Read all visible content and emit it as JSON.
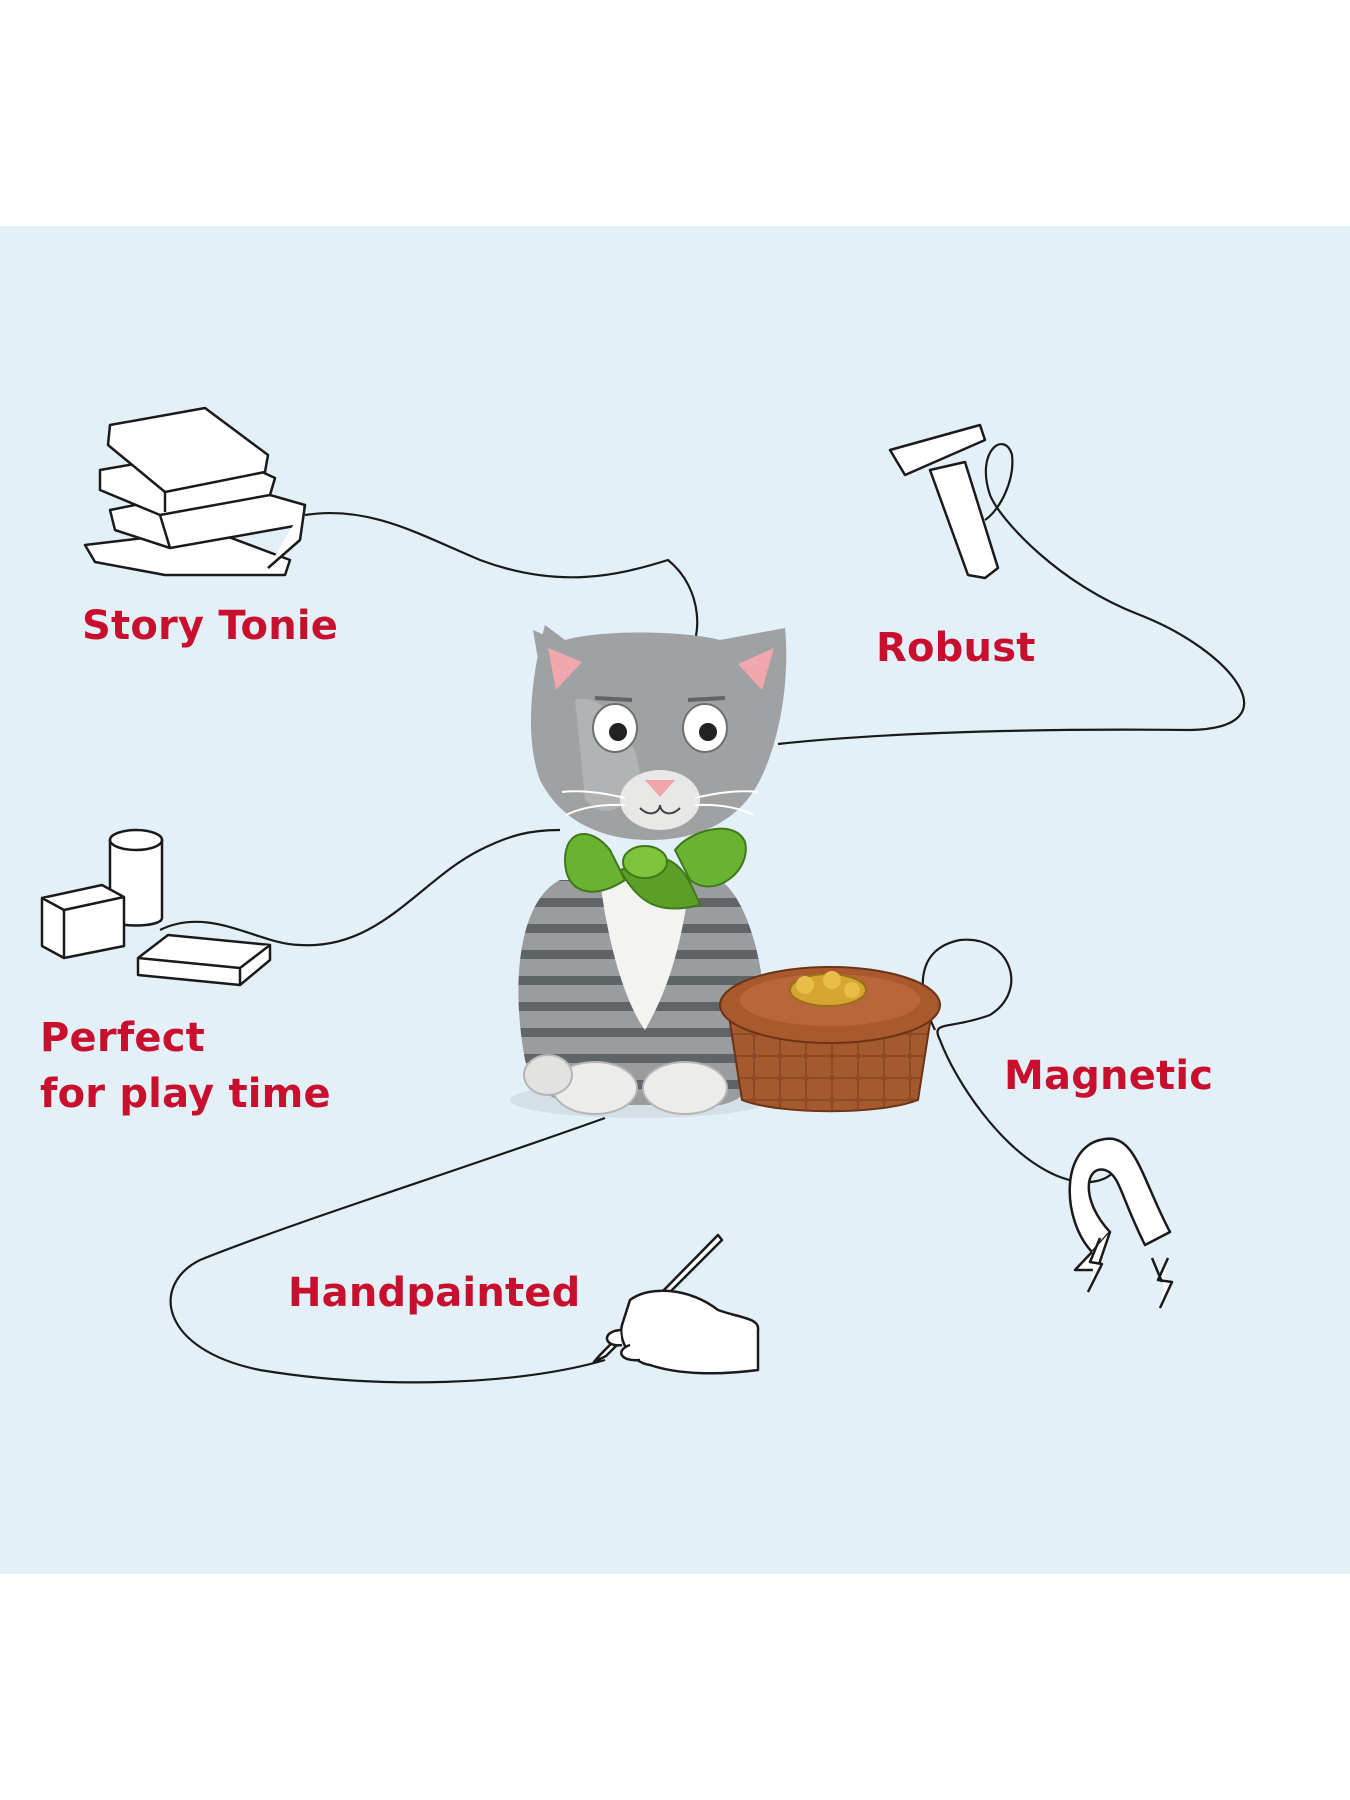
{
  "features": {
    "story": "Story Tonie",
    "robust": "Robust",
    "perfect_line1": "Perfect",
    "perfect_line2": "for play time",
    "magnetic": "Magnetic",
    "handpainted": "Handpainted"
  },
  "icons": [
    "books-icon",
    "hammer-icon",
    "blocks-icon",
    "magnet-icon",
    "painting-hand-icon"
  ],
  "colors": {
    "background": "#e4f0f8",
    "label": "#c8102e",
    "line": "#1a1a1a"
  }
}
